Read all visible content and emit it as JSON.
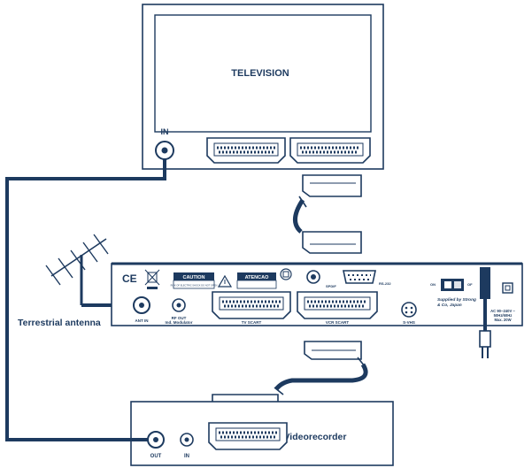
{
  "television": {
    "label": "TELEVISION",
    "input_label": "IN"
  },
  "receiver": {
    "ce_mark": "CE",
    "caution_title": "CAUTION",
    "caution_text": "RISK OF ELECTRIC SHOCK DO NOT OPEN",
    "warning_title": "ATENCAO",
    "ant_in": "ANT IN",
    "rf_out": "RF OUT",
    "ind_modulator": "Ind. Modulator",
    "tv_scart": "TV SCART",
    "vcr_scart": "VCR SCART",
    "spdif": "SPDIF",
    "rs232": "RS-232",
    "svhs": "S-VHS",
    "switch_on": "ON",
    "switch_off": "OF",
    "supplied_by_line1": "Supplied by Strong",
    "supplied_by_line2": "& Co, Japan",
    "power_line1": "AC 90~240V ~",
    "power_line2": "50Hz/60Hz",
    "power_line3": "Max. 20W"
  },
  "antenna": {
    "label": "Terrestrial antenna"
  },
  "videorecorder": {
    "label": "Videorecorder",
    "out_label": "OUT",
    "in_label": "IN"
  },
  "colors": {
    "line": "#1d3a5f",
    "panel": "#ffffff",
    "shade": "#dfe3ea"
  }
}
